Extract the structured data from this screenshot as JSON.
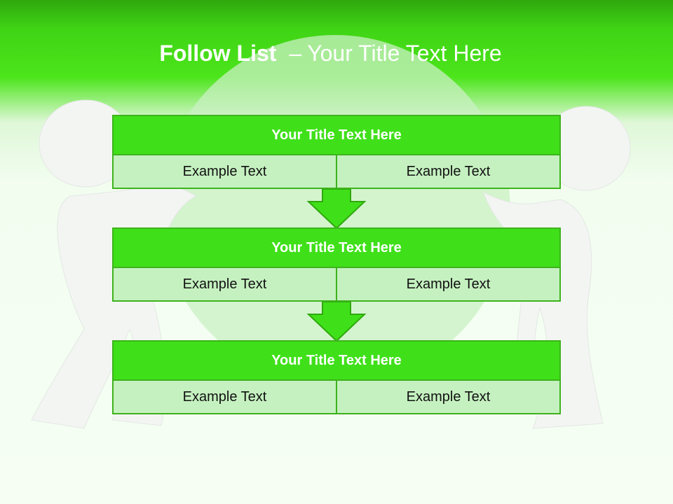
{
  "header": {
    "title_bold": "Follow List",
    "title_separator": "–",
    "title_rest": "Your Title Text Here"
  },
  "blocks": [
    {
      "title": "Your Title Text Here",
      "cells": [
        "Example Text",
        "Example Text"
      ]
    },
    {
      "title": "Your Title Text Here",
      "cells": [
        "Example Text",
        "Example Text"
      ]
    },
    {
      "title": "Your Title Text Here",
      "cells": [
        "Example Text",
        "Example Text"
      ]
    }
  ],
  "colors": {
    "header_green": "#3fd315",
    "block_title_bg": "#3fe019",
    "block_cell_bg": "#c5f1c0",
    "border_green": "#3db31c"
  }
}
